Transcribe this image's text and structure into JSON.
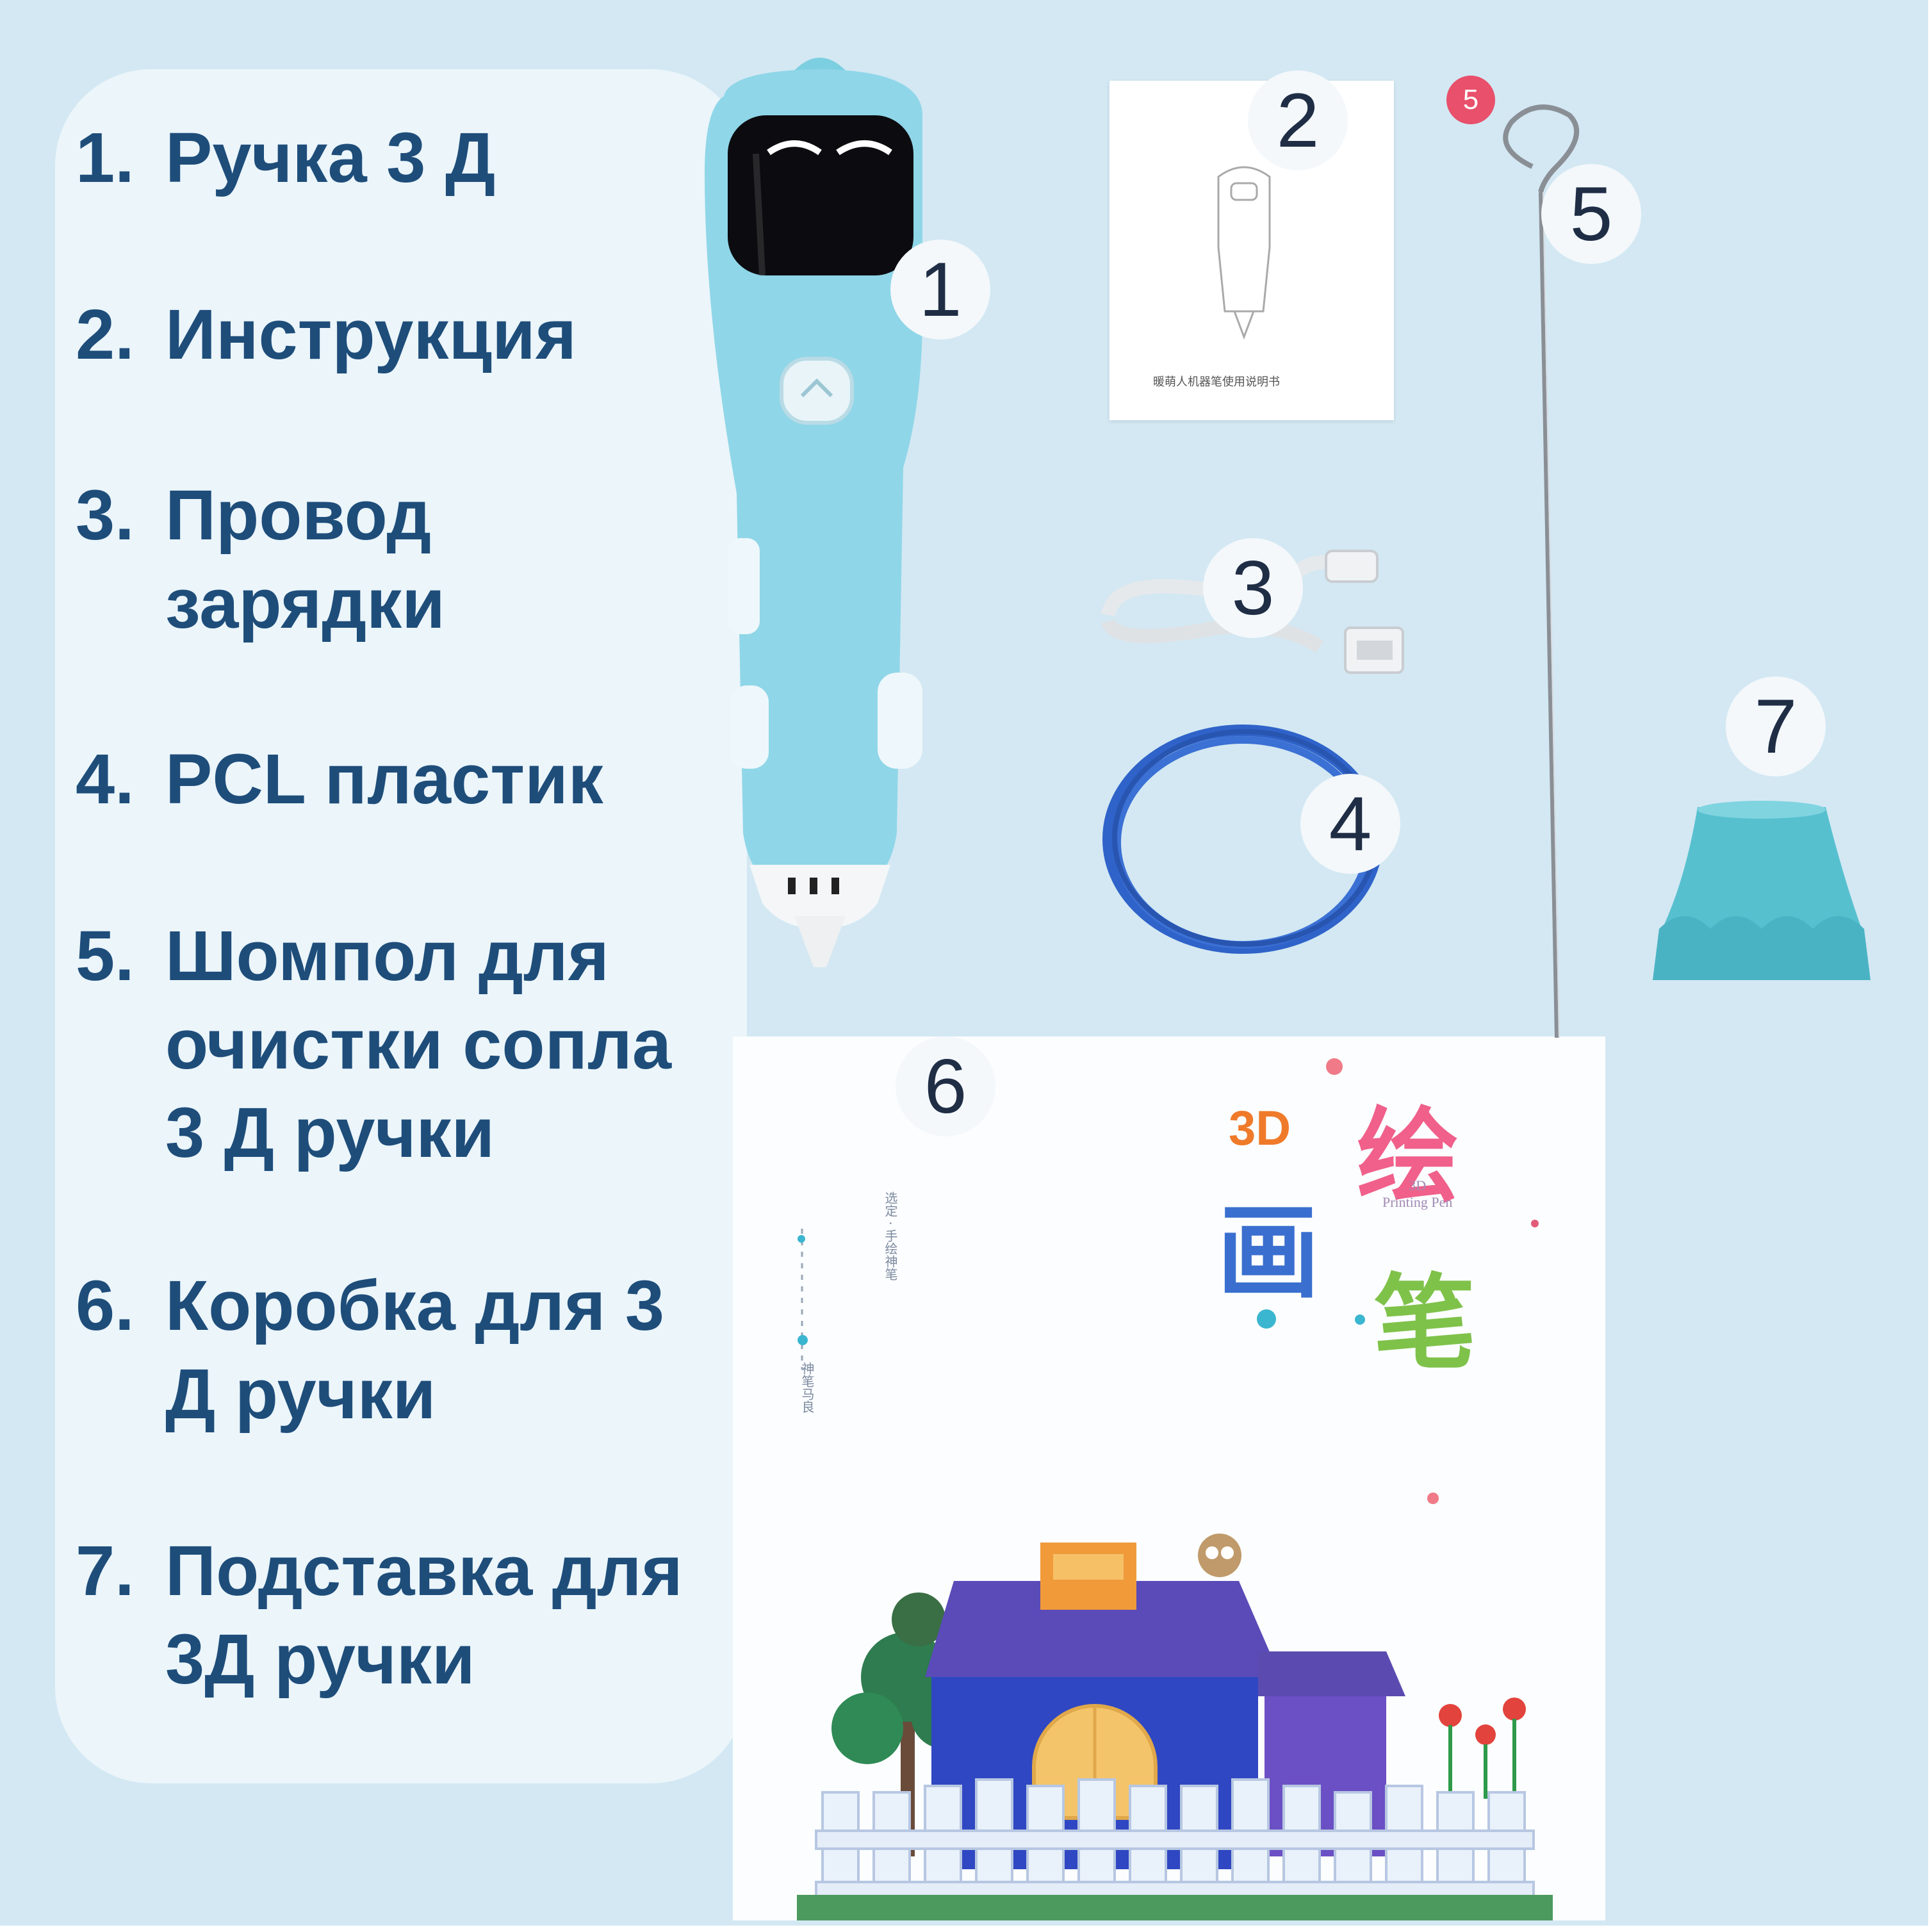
{
  "legend": {
    "items": [
      {
        "num": "1.",
        "lines": [
          "Ручка 3 Д"
        ]
      },
      {
        "num": "2.",
        "lines": [
          "Инструкция"
        ]
      },
      {
        "num": "3.",
        "lines": [
          "Провод",
          "зарядки"
        ]
      },
      {
        "num": "4.",
        "lines": [
          "PCL пластик"
        ]
      },
      {
        "num": "5.",
        "lines": [
          "Шомпол для",
          "очистки сопла",
          "3 Д ручки"
        ]
      },
      {
        "num": "6.",
        "lines": [
          "Коробка для 3",
          "Д ручки"
        ]
      },
      {
        "num": "7.",
        "lines": [
          "Подставка для",
          "3Д ручки"
        ]
      }
    ]
  },
  "badges": [
    "1",
    "2",
    "3",
    "4",
    "5",
    "6",
    "7"
  ],
  "small_badge": "5",
  "manual_caption": "暖萌人机器笔使用说明书",
  "box": {
    "title_3d": "3D",
    "title_cjk_1": "绘",
    "title_cjk_2": "画",
    "title_cjk_3": "笔",
    "subtitle": "3D\nPrinting Pen",
    "vertical_1": "选定 · 手绘神笔",
    "vertical_2": "神笔马良"
  },
  "colors": {
    "background": "#d3e8f3",
    "legend_text": "#1e4d7a",
    "pen_body": "#8fd6e8",
    "filament": "#2f63c9",
    "stand": "#57c0cf",
    "badge_red": "#e8506b"
  },
  "icons": [
    "pen-3d-icon",
    "manual-icon",
    "usb-cable-icon",
    "filament-coil-icon",
    "cleaning-rod-icon",
    "gift-box-icon",
    "pen-stand-icon"
  ]
}
